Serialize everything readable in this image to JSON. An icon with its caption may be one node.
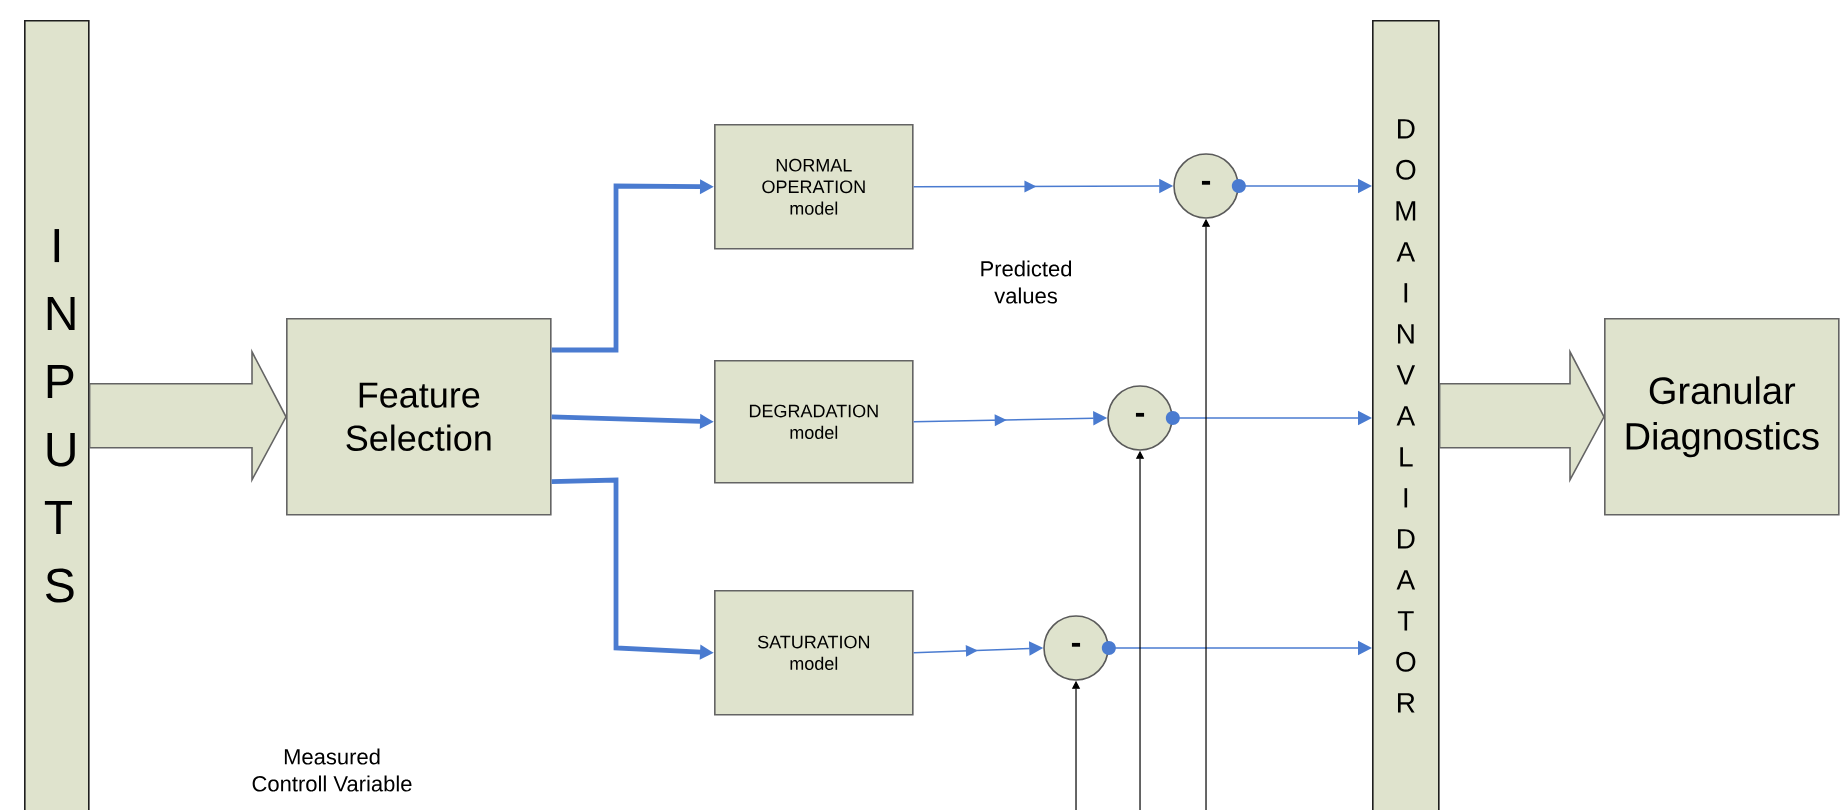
{
  "diagram": {
    "nodes": [
      {
        "text": [
          "INPUTS"
        ]
      },
      {
        "text": [
          "Feature Selection"
        ]
      },
      {
        "text": [
          "NORMAL OPERATION model"
        ]
      },
      {
        "text": [
          "DEGRADATION model"
        ]
      },
      {
        "text": [
          "SATURATION model"
        ]
      },
      {
        "text": [
          "-"
        ]
      },
      {
        "text": [
          "-"
        ]
      },
      {
        "text": [
          "-"
        ]
      },
      {
        "text": [
          "DOMAIN VALIDATOR"
        ]
      },
      {
        "text": [
          "Granular Diagnostics"
        ]
      }
    ],
    "edges": [
      {
        "from": 0,
        "to": 1,
        "arrow": "to",
        "style": "thick",
        "color": "#dfe3cd"
      },
      {
        "from": 1,
        "to": 2,
        "arrow": "to",
        "style": "thick"
      },
      {
        "from": 1,
        "to": 3,
        "arrow": "to",
        "style": "thick"
      },
      {
        "from": 1,
        "to": 4,
        "arrow": "to",
        "style": "thick"
      },
      {
        "from": 2,
        "to": 5,
        "arrow": "to"
      },
      {
        "from": 3,
        "to": 6,
        "arrow": "to"
      },
      {
        "from": 4,
        "to": 7,
        "arrow": "to"
      },
      {
        "from": 5,
        "to": 8,
        "arrow": "to"
      },
      {
        "from": 6,
        "to": 8,
        "arrow": "to"
      },
      {
        "from": 7,
        "to": 8,
        "arrow": "to"
      },
      {
        "from": 8,
        "to": 9,
        "arrow": "to",
        "style": "thick",
        "color": "#dfe3cd"
      },
      {
        "from": null,
        "to": 5,
        "arrow": "to",
        "color": "#000000"
      },
      {
        "from": null,
        "to": 6,
        "arrow": "to",
        "color": "#000000"
      },
      {
        "from": null,
        "to": 7,
        "arrow": "to",
        "color": "#000000"
      }
    ],
    "labels": [
      "Predicted values",
      "Measured Controll Variable"
    ]
  }
}
